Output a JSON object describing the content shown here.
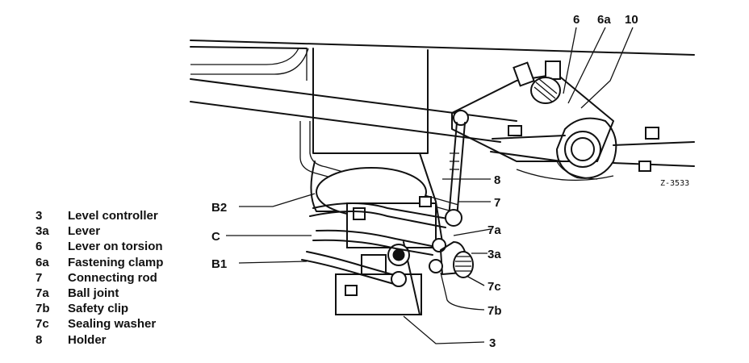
{
  "figure_id": "Z-3533",
  "callouts": {
    "c6": "6",
    "c6a": "6a",
    "c10": "10",
    "c8": "8",
    "c7": "7",
    "c7a": "7a",
    "c3a": "3a",
    "c7c": "7c",
    "c7b": "7b",
    "c3": "3",
    "cB2": "B2",
    "cC": "C",
    "cB1": "B1"
  },
  "legend": [
    {
      "code": "3",
      "label": "Level controller"
    },
    {
      "code": "3a",
      "label": "Lever"
    },
    {
      "code": "6",
      "label": "Lever on torsion"
    },
    {
      "code": "6a",
      "label": "Fastening clamp"
    },
    {
      "code": "7",
      "label": "Connecting rod"
    },
    {
      "code": "7a",
      "label": "Ball joint"
    },
    {
      "code": "7b",
      "label": "Safety clip"
    },
    {
      "code": "7c",
      "label": "Sealing washer"
    },
    {
      "code": "8",
      "label": "Holder"
    }
  ]
}
